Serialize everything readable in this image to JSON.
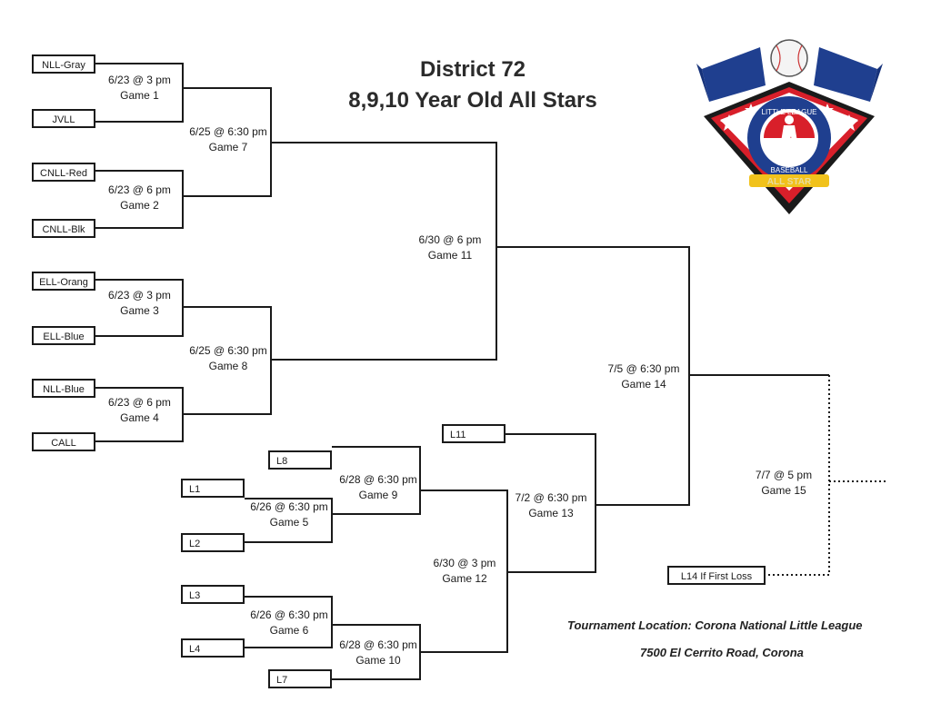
{
  "title": {
    "line1": "District 72",
    "line2": "8,9,10 Year Old All Stars"
  },
  "teams": {
    "nll_gray": "NLL-Gray",
    "jvll": "JVLL",
    "cnll_red": "CNLL-Red",
    "cnll_blk": "CNLL-Blk",
    "ell_orang": "ELL-Orang",
    "ell_blue": "ELL-Blue",
    "nll_blue": "NLL-Blue",
    "call": "CALL",
    "l8": "L8",
    "l1": "L1",
    "l2": "L2",
    "l3": "L3",
    "l4": "L4",
    "l7": "L7",
    "l11": "L11",
    "l14": "L14 If First Loss"
  },
  "games": {
    "g1": {
      "time": "6/23 @ 3 pm",
      "name": "Game 1"
    },
    "g2": {
      "time": "6/23 @ 6 pm",
      "name": "Game 2"
    },
    "g3": {
      "time": "6/23 @ 3 pm",
      "name": "Game 3"
    },
    "g4": {
      "time": "6/23 @ 6 pm",
      "name": "Game 4"
    },
    "g5": {
      "time": "6/26 @ 6:30 pm",
      "name": "Game 5"
    },
    "g6": {
      "time": "6/26 @ 6:30 pm",
      "name": "Game 6"
    },
    "g7": {
      "time": "6/25 @ 6:30 pm",
      "name": "Game 7"
    },
    "g8": {
      "time": "6/25 @ 6:30 pm",
      "name": "Game 8"
    },
    "g9": {
      "time": "6/28 @ 6:30 pm",
      "name": "Game 9"
    },
    "g10": {
      "time": "6/28 @ 6:30 pm",
      "name": "Game 10"
    },
    "g11": {
      "time": "6/30 @ 6 pm",
      "name": "Game 11"
    },
    "g12": {
      "time": "6/30 @ 3 pm",
      "name": "Game 12"
    },
    "g13": {
      "time": "7/2 @ 6:30 pm",
      "name": "Game 13"
    },
    "g14": {
      "time": "7/5 @ 6:30 pm",
      "name": "Game 14"
    },
    "g15": {
      "time": "7/7 @ 5 pm",
      "name": "Game 15"
    }
  },
  "location": {
    "line1": "Tournament Location: Corona National Little League",
    "line2": "7500 El Cerrito Road, Corona"
  },
  "logo": {
    "ring_text": "LITTLE LEAGUE",
    "bottom_text": "BASEBALL",
    "banner_text": "ALL STAR",
    "colors": {
      "navy": "#1f3f8f",
      "red": "#d81f2a",
      "gold": "#f1c21b"
    }
  }
}
